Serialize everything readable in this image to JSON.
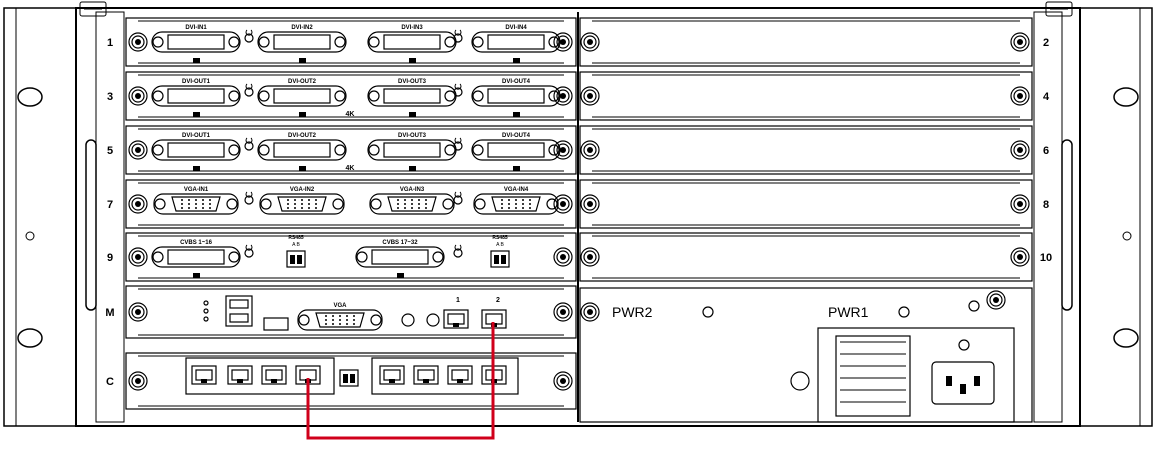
{
  "slot_numbers": [
    "1",
    "2",
    "3",
    "4",
    "5",
    "6",
    "7",
    "8",
    "9",
    "10",
    "M",
    "C"
  ],
  "dvi_in_labels": [
    "DVI-IN1",
    "DVI-IN2",
    "DVI-IN3",
    "DVI-IN4"
  ],
  "dvi_out_labels": [
    "DVI-OUT1",
    "DVI-OUT2",
    "DVI-OUT3",
    "DVI-OUT4"
  ],
  "vga_in_labels": [
    "VGA-IN1",
    "VGA-IN2",
    "VGA-IN3",
    "VGA-IN4"
  ],
  "cvbs_labels": [
    "CVBS 1~16",
    "CVBS 17~32"
  ],
  "rs485_label": "RS485",
  "rs485_pins": "A  B",
  "fourk_label": "4K",
  "vga_label": "VGA",
  "lan_labels": [
    "1",
    "2"
  ],
  "pwr_labels": [
    "PWR2",
    "PWR1"
  ],
  "colors": {
    "cable": "#d0001b",
    "line": "#000000",
    "panel": "#ffffff"
  }
}
